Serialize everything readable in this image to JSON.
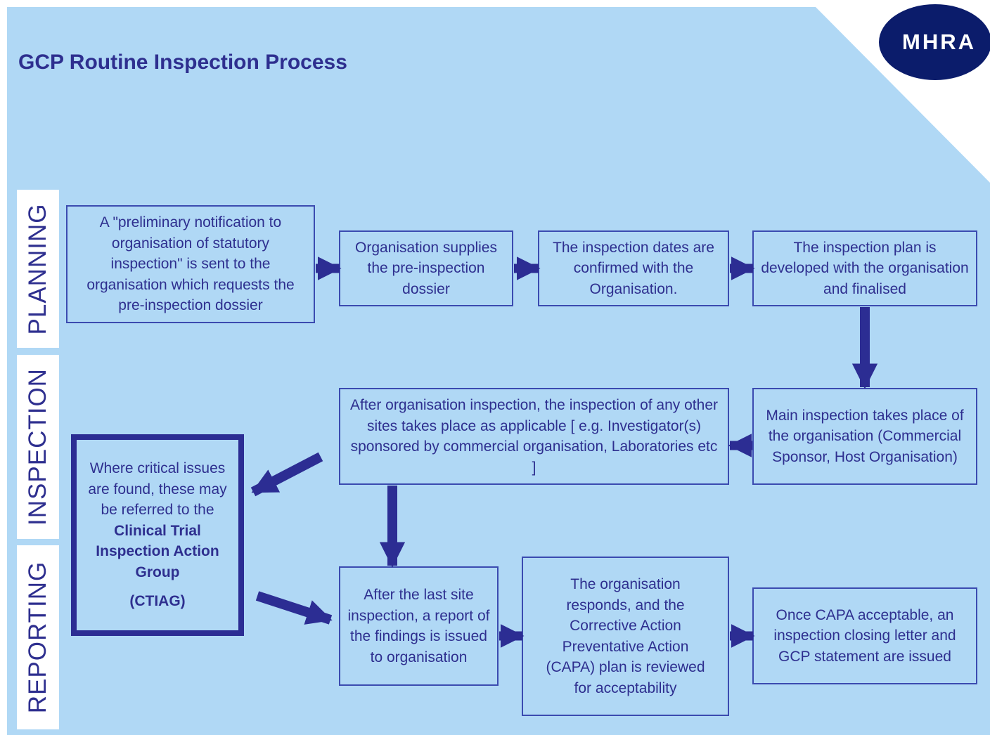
{
  "title": "GCP Routine Inspection Process",
  "logo": "MHRA",
  "phases": {
    "planning": "PLANNING",
    "inspection": "INSPECTION",
    "reporting": "REPORTING"
  },
  "boxes": {
    "preliminary_notification": "A \"preliminary notification  to organisation of statutory inspection\" is sent to the organisation which requests the pre-inspection dossier",
    "supplies_dossier": "Organisation supplies the pre-inspection dossier",
    "dates_confirmed": "The inspection dates are confirmed with the Organisation.",
    "plan_developed": "The inspection plan is developed with the organisation and finalised",
    "main_inspection": "Main inspection takes place of the organisation (Commercial Sponsor, Host Organisation)",
    "other_sites": "After organisation inspection, the inspection of any other sites takes place as applicable [ e.g. Investigator(s) sponsored by commercial organisation, Laboratories etc ]",
    "critical_issues": {
      "intro": "Where critical issues are found, these may be referred to the",
      "group_name": "Clinical Trial Inspection Action Group",
      "abbreviation": "(CTIAG)"
    },
    "report_issued": "After the last site inspection, a report of the findings is issued to organisation",
    "capa": "The organisation responds, and the Corrective Action Preventative Action (CAPA) plan is reviewed for acceptability",
    "closing_letter": "Once CAPA acceptable, an inspection closing letter and GCP statement are issued"
  },
  "colors": {
    "background": "#b0d8f5",
    "text": "#2e2f8f",
    "arrow": "#2c2d93",
    "logo": "#0b1c6b"
  }
}
